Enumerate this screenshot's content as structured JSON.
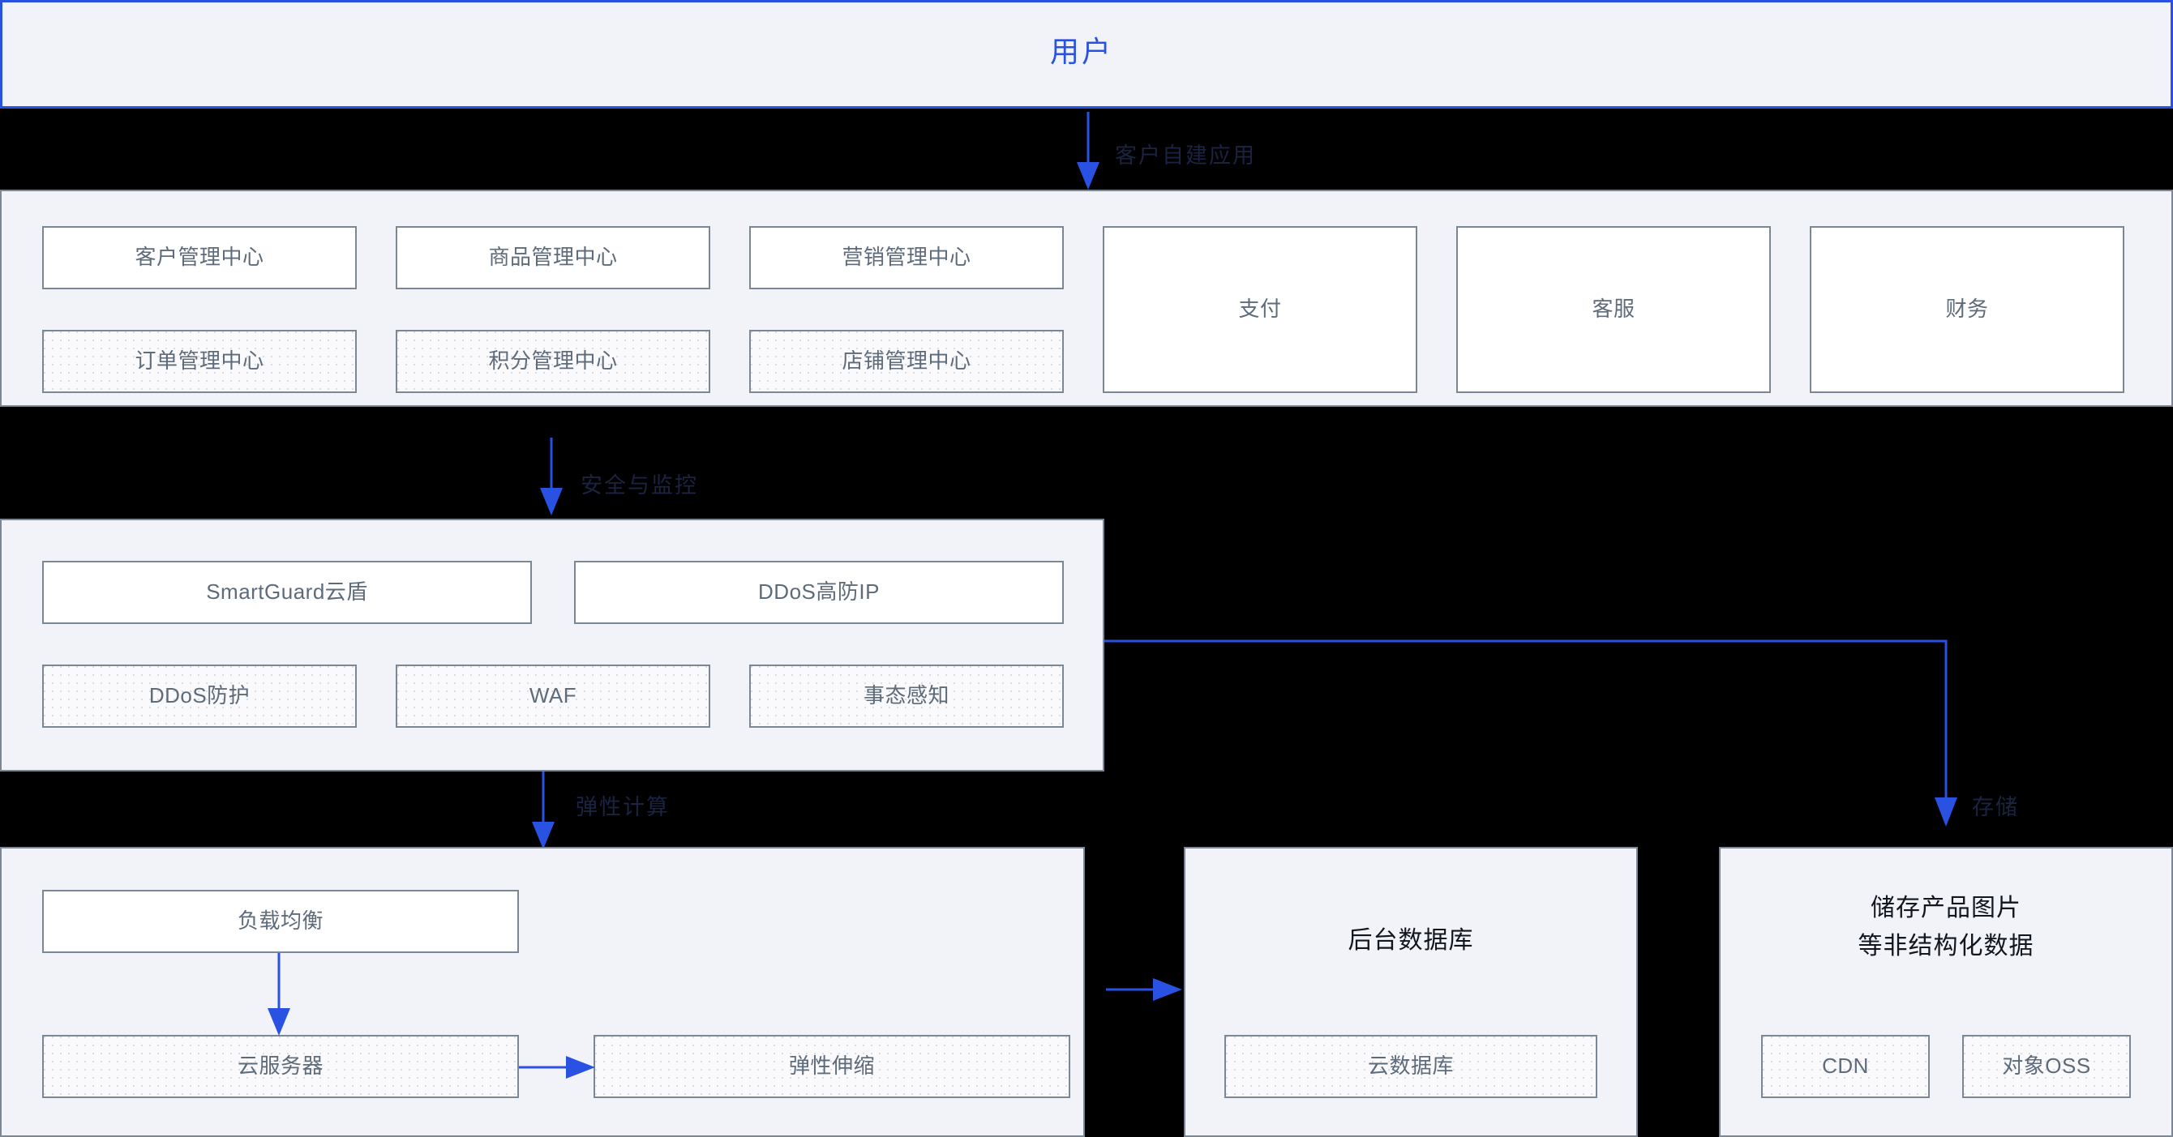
{
  "header": {
    "title": "用户",
    "accent_color": "#2952e3"
  },
  "bands": [
    {
      "label": "客户自建应用"
    },
    {
      "label": "安全与监控"
    },
    {
      "label": "弹性计算"
    },
    {
      "label": "存储"
    }
  ],
  "sections": {
    "applications": {
      "band_label": "客户自建应用",
      "small_boxes": [
        {
          "label": "客户管理中心",
          "style": "white"
        },
        {
          "label": "商品管理中心",
          "style": "white"
        },
        {
          "label": "营销管理中心",
          "style": "white"
        },
        {
          "label": "订单管理中心",
          "style": "dotted"
        },
        {
          "label": "积分管理中心",
          "style": "dotted"
        },
        {
          "label": "店铺管理中心",
          "style": "dotted"
        }
      ],
      "tall_boxes": [
        {
          "label": "支付",
          "style": "white"
        },
        {
          "label": "客服",
          "style": "white"
        },
        {
          "label": "财务",
          "style": "white"
        }
      ]
    },
    "security": {
      "band_label": "安全与监控",
      "top_boxes": [
        {
          "label": "SmartGuard云盾",
          "style": "white"
        },
        {
          "label": "DDoS高防IP",
          "style": "white"
        }
      ],
      "bottom_boxes": [
        {
          "label": "DDoS防护",
          "style": "dotted"
        },
        {
          "label": "WAF",
          "style": "dotted"
        },
        {
          "label": "事态感知",
          "style": "dotted"
        }
      ]
    },
    "compute": {
      "band_label": "弹性计算",
      "boxes": [
        {
          "label": "负载均衡",
          "style": "white"
        },
        {
          "label": "云服务器",
          "style": "dotted"
        },
        {
          "label": "弹性伸缩",
          "style": "dotted"
        }
      ]
    },
    "database": {
      "title": "后台数据库",
      "boxes": [
        {
          "label": "云数据库",
          "style": "dotted"
        }
      ]
    },
    "storage": {
      "band_label": "存储",
      "title": "储存产品图片\n等非结构化数据",
      "boxes": [
        {
          "label": "CDN",
          "style": "dotted"
        },
        {
          "label": "对象OSS",
          "style": "dotted"
        }
      ]
    }
  },
  "colors": {
    "arrow": "#2952e3",
    "panel_bg": "#f2f3f8",
    "panel_border": "#7b8794",
    "band_bg": "#000000",
    "box_text": "#5d6b7a",
    "title_text": "#12161f"
  }
}
